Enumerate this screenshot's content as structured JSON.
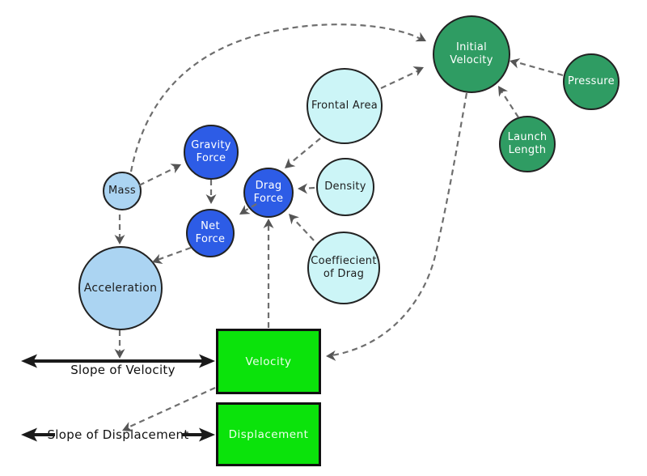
{
  "diagram": {
    "nodes": {
      "mass": {
        "label": "Mass",
        "shape": "circle",
        "color_role": "light_blue"
      },
      "gravity_force": {
        "label": "Gravity Force",
        "shape": "circle",
        "color_role": "blue"
      },
      "drag_force": {
        "label": "Drag Force",
        "shape": "circle",
        "color_role": "blue"
      },
      "net_force": {
        "label": "Net Force",
        "shape": "circle",
        "color_role": "blue"
      },
      "acceleration": {
        "label": "Acceleration",
        "shape": "circle",
        "color_role": "light_blue"
      },
      "frontal_area": {
        "label": "Frontal Area",
        "shape": "circle",
        "color_role": "cyan"
      },
      "density": {
        "label": "Density",
        "shape": "circle",
        "color_role": "cyan"
      },
      "coefficient_of_drag": {
        "label": "Coeffiecient of Drag",
        "shape": "circle",
        "color_role": "cyan"
      },
      "initial_velocity": {
        "label": "Initial Velocity",
        "shape": "circle",
        "color_role": "dark_green"
      },
      "pressure": {
        "label": "Pressure",
        "shape": "circle",
        "color_role": "dark_green"
      },
      "launch_length": {
        "label": "Launch Length",
        "shape": "circle",
        "color_role": "dark_green"
      },
      "velocity": {
        "label": "Velocity",
        "shape": "rect",
        "color_role": "bright_green"
      },
      "displacement": {
        "label": "Displacement",
        "shape": "rect",
        "color_role": "bright_green"
      }
    },
    "annotations": {
      "slope_of_velocity": "Slope of Velocity",
      "slope_of_displacement": "Slope of Displacement"
    },
    "edges": [
      {
        "from": "mass",
        "to": "gravity_force",
        "style": "dashed"
      },
      {
        "from": "mass",
        "to": "acceleration",
        "style": "dashed"
      },
      {
        "from": "mass",
        "to": "initial_velocity",
        "style": "dashed-curve"
      },
      {
        "from": "gravity_force",
        "to": "net_force",
        "style": "dashed"
      },
      {
        "from": "drag_force",
        "to": "net_force",
        "style": "dashed"
      },
      {
        "from": "net_force",
        "to": "acceleration",
        "style": "dashed"
      },
      {
        "from": "frontal_area",
        "to": "drag_force",
        "style": "dashed"
      },
      {
        "from": "frontal_area",
        "to": "initial_velocity",
        "style": "dashed"
      },
      {
        "from": "density",
        "to": "drag_force",
        "style": "dashed"
      },
      {
        "from": "coefficient_of_drag",
        "to": "drag_force",
        "style": "dashed"
      },
      {
        "from": "pressure",
        "to": "initial_velocity",
        "style": "dashed"
      },
      {
        "from": "launch_length",
        "to": "initial_velocity",
        "style": "dashed"
      },
      {
        "from": "initial_velocity",
        "to": "velocity",
        "style": "dashed-curve"
      },
      {
        "from": "velocity",
        "to": "drag_force",
        "style": "dashed"
      },
      {
        "from": "acceleration",
        "to": "slope_of_velocity",
        "style": "dashed"
      },
      {
        "from": "velocity",
        "to": "slope_of_displacement",
        "style": "dashed"
      }
    ],
    "palette": {
      "circle_blue": "#2d5ce6",
      "circle_light_blue": "#abd4f2",
      "circle_cyan": "#ccf5f7",
      "circle_dark_green": "#2f9c63",
      "box_bright_green": "#0be30b",
      "node_outline": "#222222",
      "connector_gray": "#6e6e6e",
      "solid_arrow_black": "#1a1a1a"
    }
  }
}
